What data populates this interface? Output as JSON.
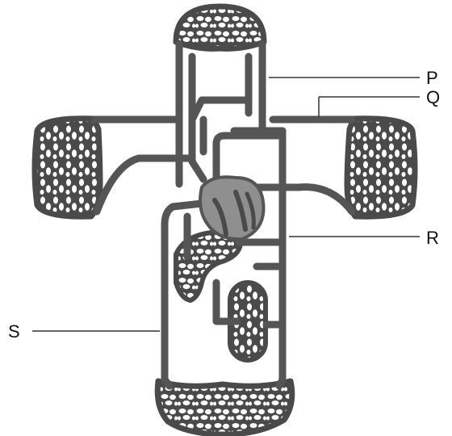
{
  "labels": {
    "p": "P",
    "q": "Q",
    "r": "R",
    "s": "S"
  },
  "colors": {
    "vessel": "#555555",
    "vessel_dark": "#4a4a4a",
    "heart": "#8f8f8f",
    "leader": "#333333",
    "background": "#ffffff"
  }
}
